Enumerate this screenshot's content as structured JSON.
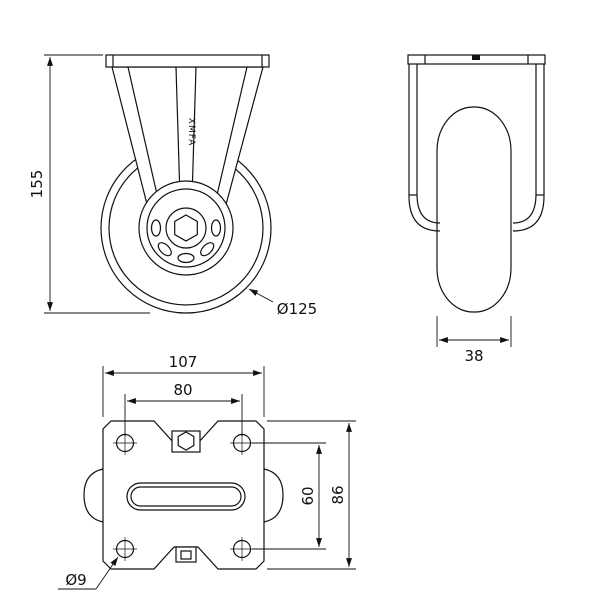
{
  "drawing": {
    "logo_text": "XMFA",
    "dimensions": {
      "overall_height": "155",
      "wheel_diameter": "Ø125",
      "wheel_width": "38",
      "plate_width": "107",
      "bolt_spacing_width": "80",
      "bolt_spacing_height": "60",
      "plate_height": "86",
      "bolt_hole_diameter": "Ø9"
    }
  }
}
